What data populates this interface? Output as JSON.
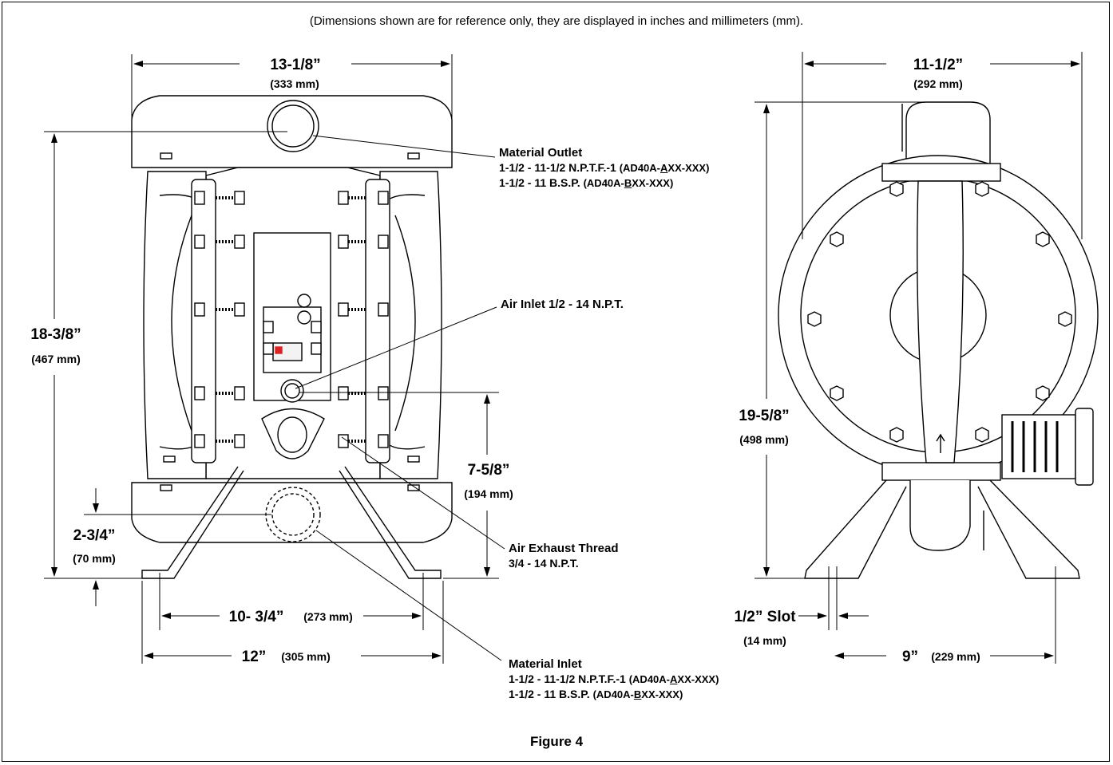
{
  "note": "(Dimensions shown are for reference only, they are displayed in inches and millimeters (mm).",
  "caption": "Figure 4",
  "dims": {
    "width_top": {
      "in": "13-1/8”",
      "mm": "(333 mm)"
    },
    "height_front": {
      "in": "18-3/8”",
      "mm": "(467 mm)"
    },
    "inlet_height": {
      "in": "7-5/8”",
      "mm": "(194 mm)"
    },
    "base_height": {
      "in": "2-3/4”",
      "mm": "(70 mm)"
    },
    "mount_inner": {
      "in": "10- 3/4”",
      "mm": "(273 mm)"
    },
    "mount_outer": {
      "in": "12”",
      "mm": "(305 mm)"
    },
    "side_width": {
      "in": "11-1/2”",
      "mm": "(292 mm)"
    },
    "side_height": {
      "in": "19-5/8”",
      "mm": "(498 mm)"
    },
    "slot": {
      "in": "1/2” Slot",
      "mm": "(14 mm)"
    },
    "side_base": {
      "in": "9”",
      "mm": "(229 mm)"
    }
  },
  "callouts": {
    "material_outlet": {
      "title": "Material Outlet",
      "line1_main": "1-1/2 - 11-1/2 N.P.T.F.-1",
      "line1_code_a": "(AD40A-",
      "line1_code_u": "A",
      "line1_code_b": "XX-XXX)",
      "line2_main": "1-1/2 - 11 B.S.P.",
      "line2_code_a": "(AD40A-",
      "line2_code_u": "B",
      "line2_code_b": "XX-XXX)"
    },
    "air_inlet": {
      "title": "Air Inlet 1/2 - 14 N.P.T."
    },
    "air_exhaust": {
      "title": "Air Exhaust Thread",
      "line1": "3/4 - 14 N.P.T."
    },
    "material_inlet": {
      "title": "Material Inlet",
      "line1_main": "1-1/2 - 11-1/2 N.P.T.F.-1",
      "line1_code_a": "(AD40A-",
      "line1_code_u": "A",
      "line1_code_b": "XX-XXX)",
      "line2_main": "1-1/2 - 11 B.S.P.",
      "line2_code_a": "(AD40A-",
      "line2_code_u": "B",
      "line2_code_b": "XX-XXX)"
    }
  }
}
